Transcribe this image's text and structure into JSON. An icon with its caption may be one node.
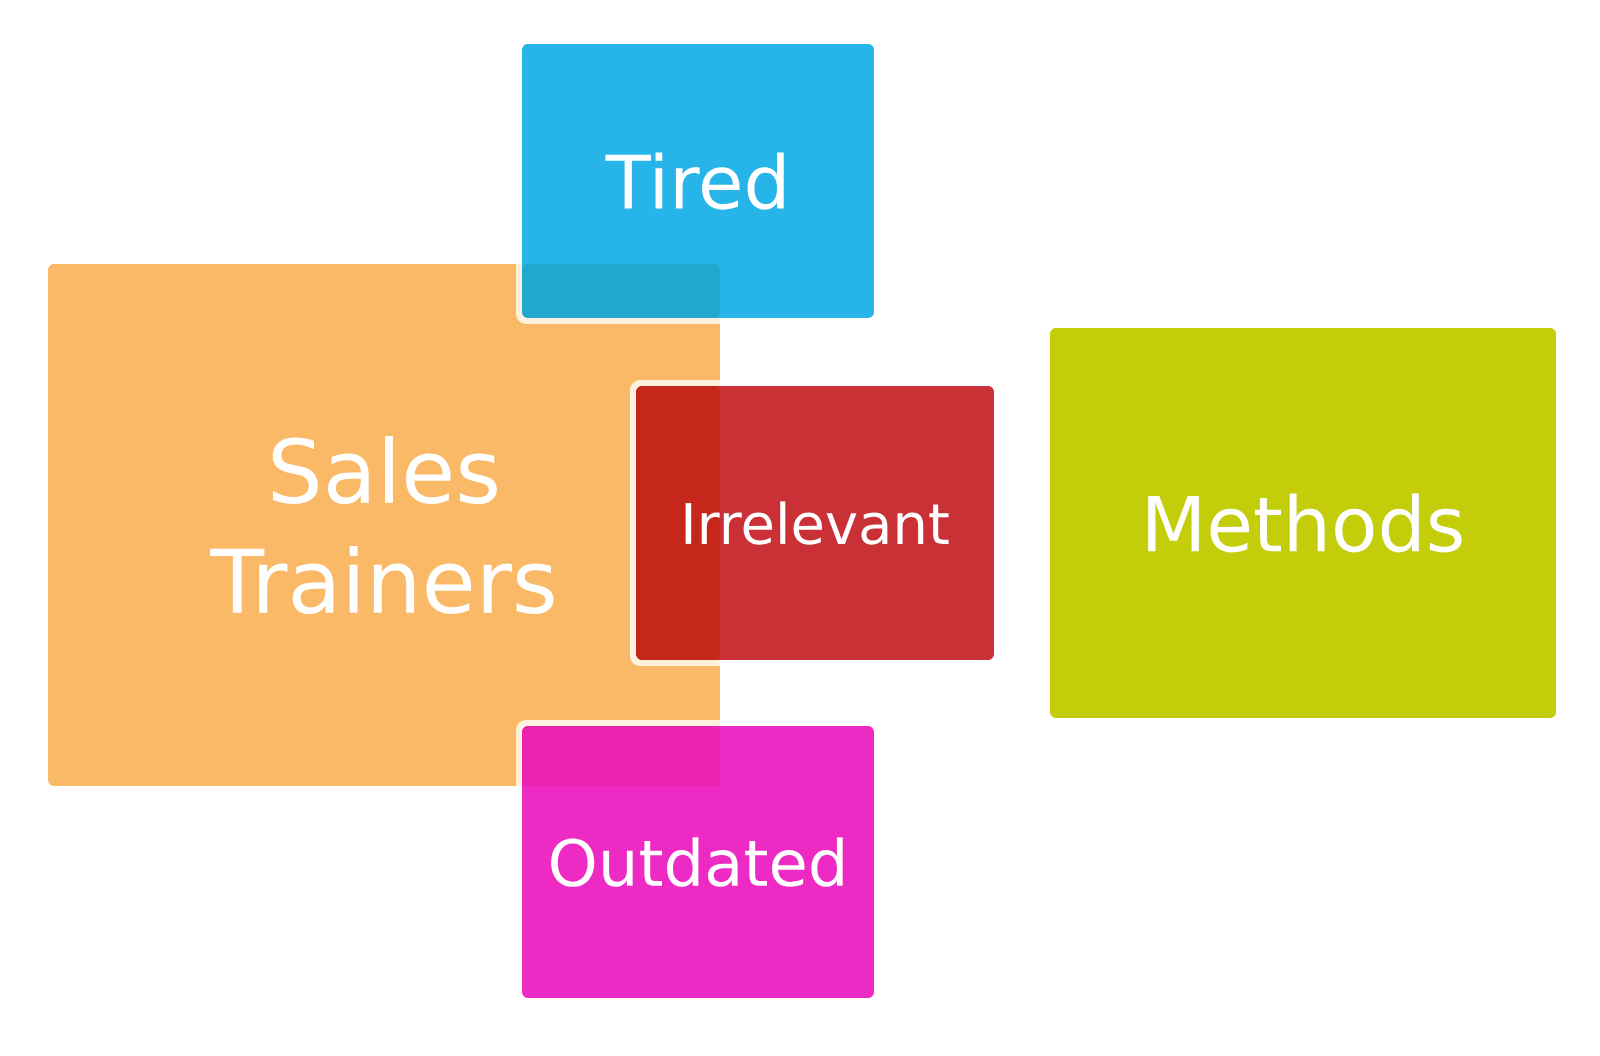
{
  "diagram": {
    "nodes": [
      {
        "text": [
          "Tired"
        ]
      },
      {
        "text": [
          "Sales Trainers"
        ]
      },
      {
        "text": [
          "Irrelevant"
        ]
      },
      {
        "text": [
          "Methods"
        ]
      },
      {
        "text": [
          "Outdated"
        ]
      }
    ]
  }
}
